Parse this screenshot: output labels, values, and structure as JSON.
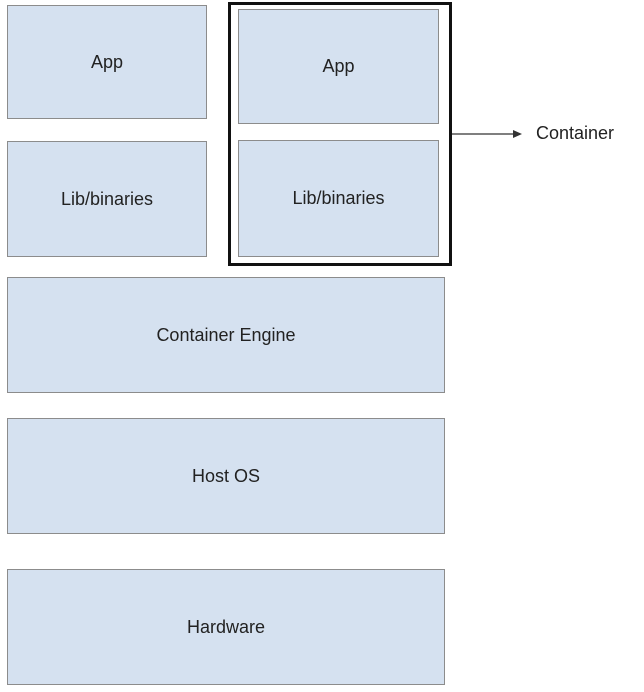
{
  "diagram": {
    "left_stack": {
      "app": "App",
      "lib": "Lib/binaries"
    },
    "container": {
      "app": "App",
      "lib": "Lib/binaries",
      "callout": "Container"
    },
    "container_engine": "Container Engine",
    "host_os": "Host OS",
    "hardware": "Hardware"
  },
  "colors": {
    "box_fill": "#d5e1f0",
    "box_border": "#8c8c8c",
    "container_border": "#111111"
  }
}
